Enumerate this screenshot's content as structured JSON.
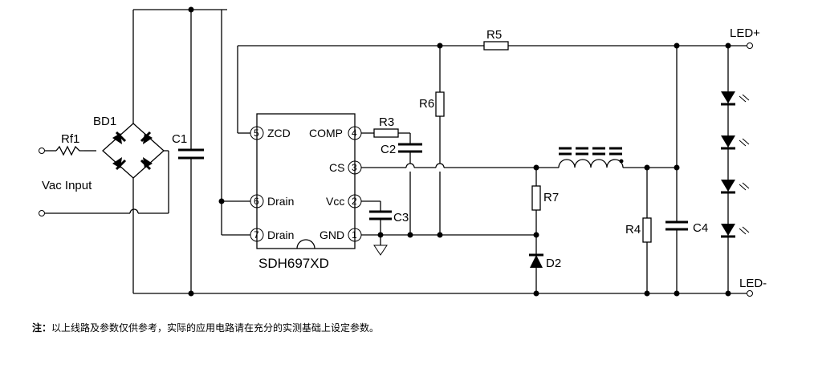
{
  "chip": {
    "name": "SDH697XD",
    "pins": [
      {
        "num": "5",
        "label": "ZCD"
      },
      {
        "num": "6",
        "label": "Drain"
      },
      {
        "num": "7",
        "label": "Drain"
      },
      {
        "num": "4",
        "label": "COMP"
      },
      {
        "num": "3",
        "label": "CS"
      },
      {
        "num": "2",
        "label": "Vcc"
      },
      {
        "num": "1",
        "label": "GND"
      }
    ]
  },
  "components": {
    "rf1": "Rf1",
    "bd1": "BD1",
    "c1": "C1",
    "r3": "R3",
    "c2": "C2",
    "c3": "C3",
    "r5": "R5",
    "r6": "R6",
    "r7": "R7",
    "d2": "D2",
    "r4": "R4",
    "c4": "C4"
  },
  "terminals": {
    "input": "Vac Input",
    "led_plus": "LED+",
    "led_minus": "LED-"
  },
  "note": {
    "prefix": "注：",
    "text": "以上线路及参数仅供参考，实际的应用电路请在充分的实测基础上设定参数。"
  }
}
